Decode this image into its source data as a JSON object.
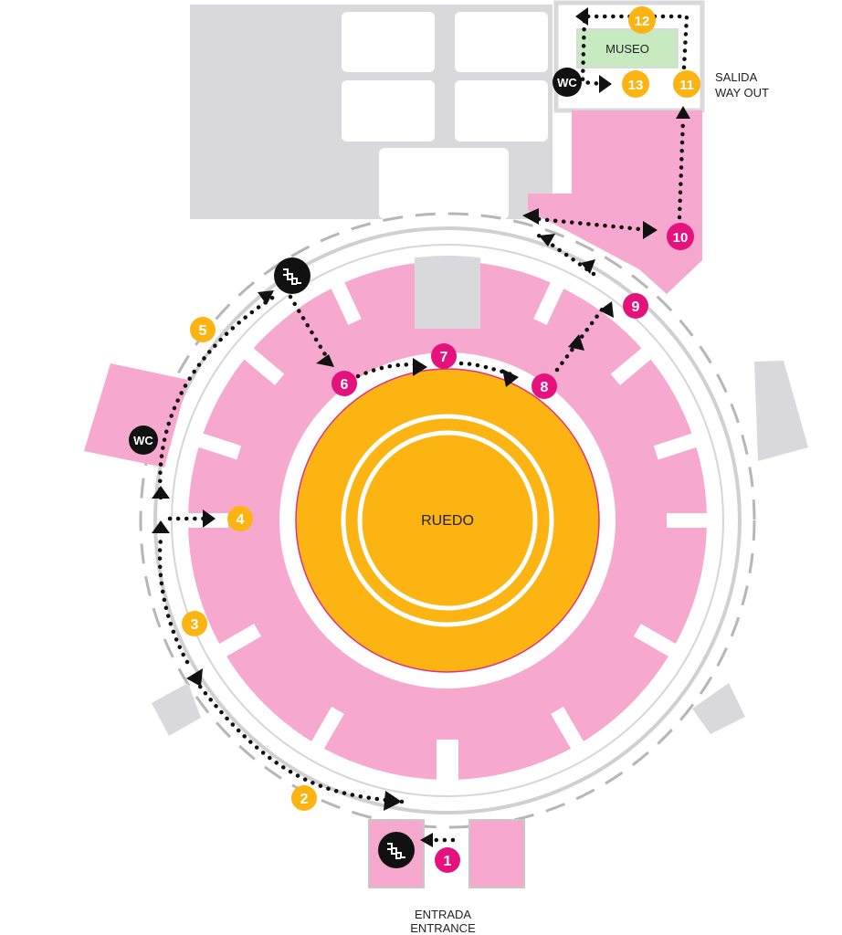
{
  "colors": {
    "seating": "#f6a8cf",
    "ring": "#ffffff",
    "building": "#d9d9dc",
    "arena": "#fbb412",
    "museum": "#c8eac0",
    "stop_yellow": "#fbb412",
    "stop_pink": "#e5127d",
    "stop_black": "#111111",
    "path": "#111111"
  },
  "labels": {
    "ruedo": "RUEDO",
    "museo": "MUSEO",
    "exit_es": "SALIDA",
    "exit_en": "WAY OUT",
    "entrance_es": "ENTRADA",
    "entrance_en": "ENTRANCE"
  },
  "stops": [
    {
      "id": "stop-1",
      "label": "1",
      "kind": "pink"
    },
    {
      "id": "stop-2",
      "label": "2",
      "kind": "yellow"
    },
    {
      "id": "stop-3",
      "label": "3",
      "kind": "yellow"
    },
    {
      "id": "stop-4",
      "label": "4",
      "kind": "yellow"
    },
    {
      "id": "stop-5",
      "label": "5",
      "kind": "yellow"
    },
    {
      "id": "stop-6",
      "label": "6",
      "kind": "pink"
    },
    {
      "id": "stop-7",
      "label": "7",
      "kind": "pink"
    },
    {
      "id": "stop-8",
      "label": "8",
      "kind": "pink"
    },
    {
      "id": "stop-9",
      "label": "9",
      "kind": "pink"
    },
    {
      "id": "stop-10",
      "label": "10",
      "kind": "pink"
    },
    {
      "id": "stop-11",
      "label": "11",
      "kind": "yellow"
    },
    {
      "id": "stop-12",
      "label": "12",
      "kind": "yellow"
    },
    {
      "id": "stop-13",
      "label": "13",
      "kind": "yellow"
    }
  ],
  "facilities": [
    {
      "id": "wc-west",
      "label": "WC",
      "icon": "wc-icon"
    },
    {
      "id": "wc-museum",
      "label": "WC",
      "icon": "wc-icon"
    },
    {
      "id": "stairs-entrance",
      "label": "",
      "icon": "stairs-icon"
    },
    {
      "id": "stairs-north",
      "label": "",
      "icon": "stairs-icon"
    }
  ]
}
